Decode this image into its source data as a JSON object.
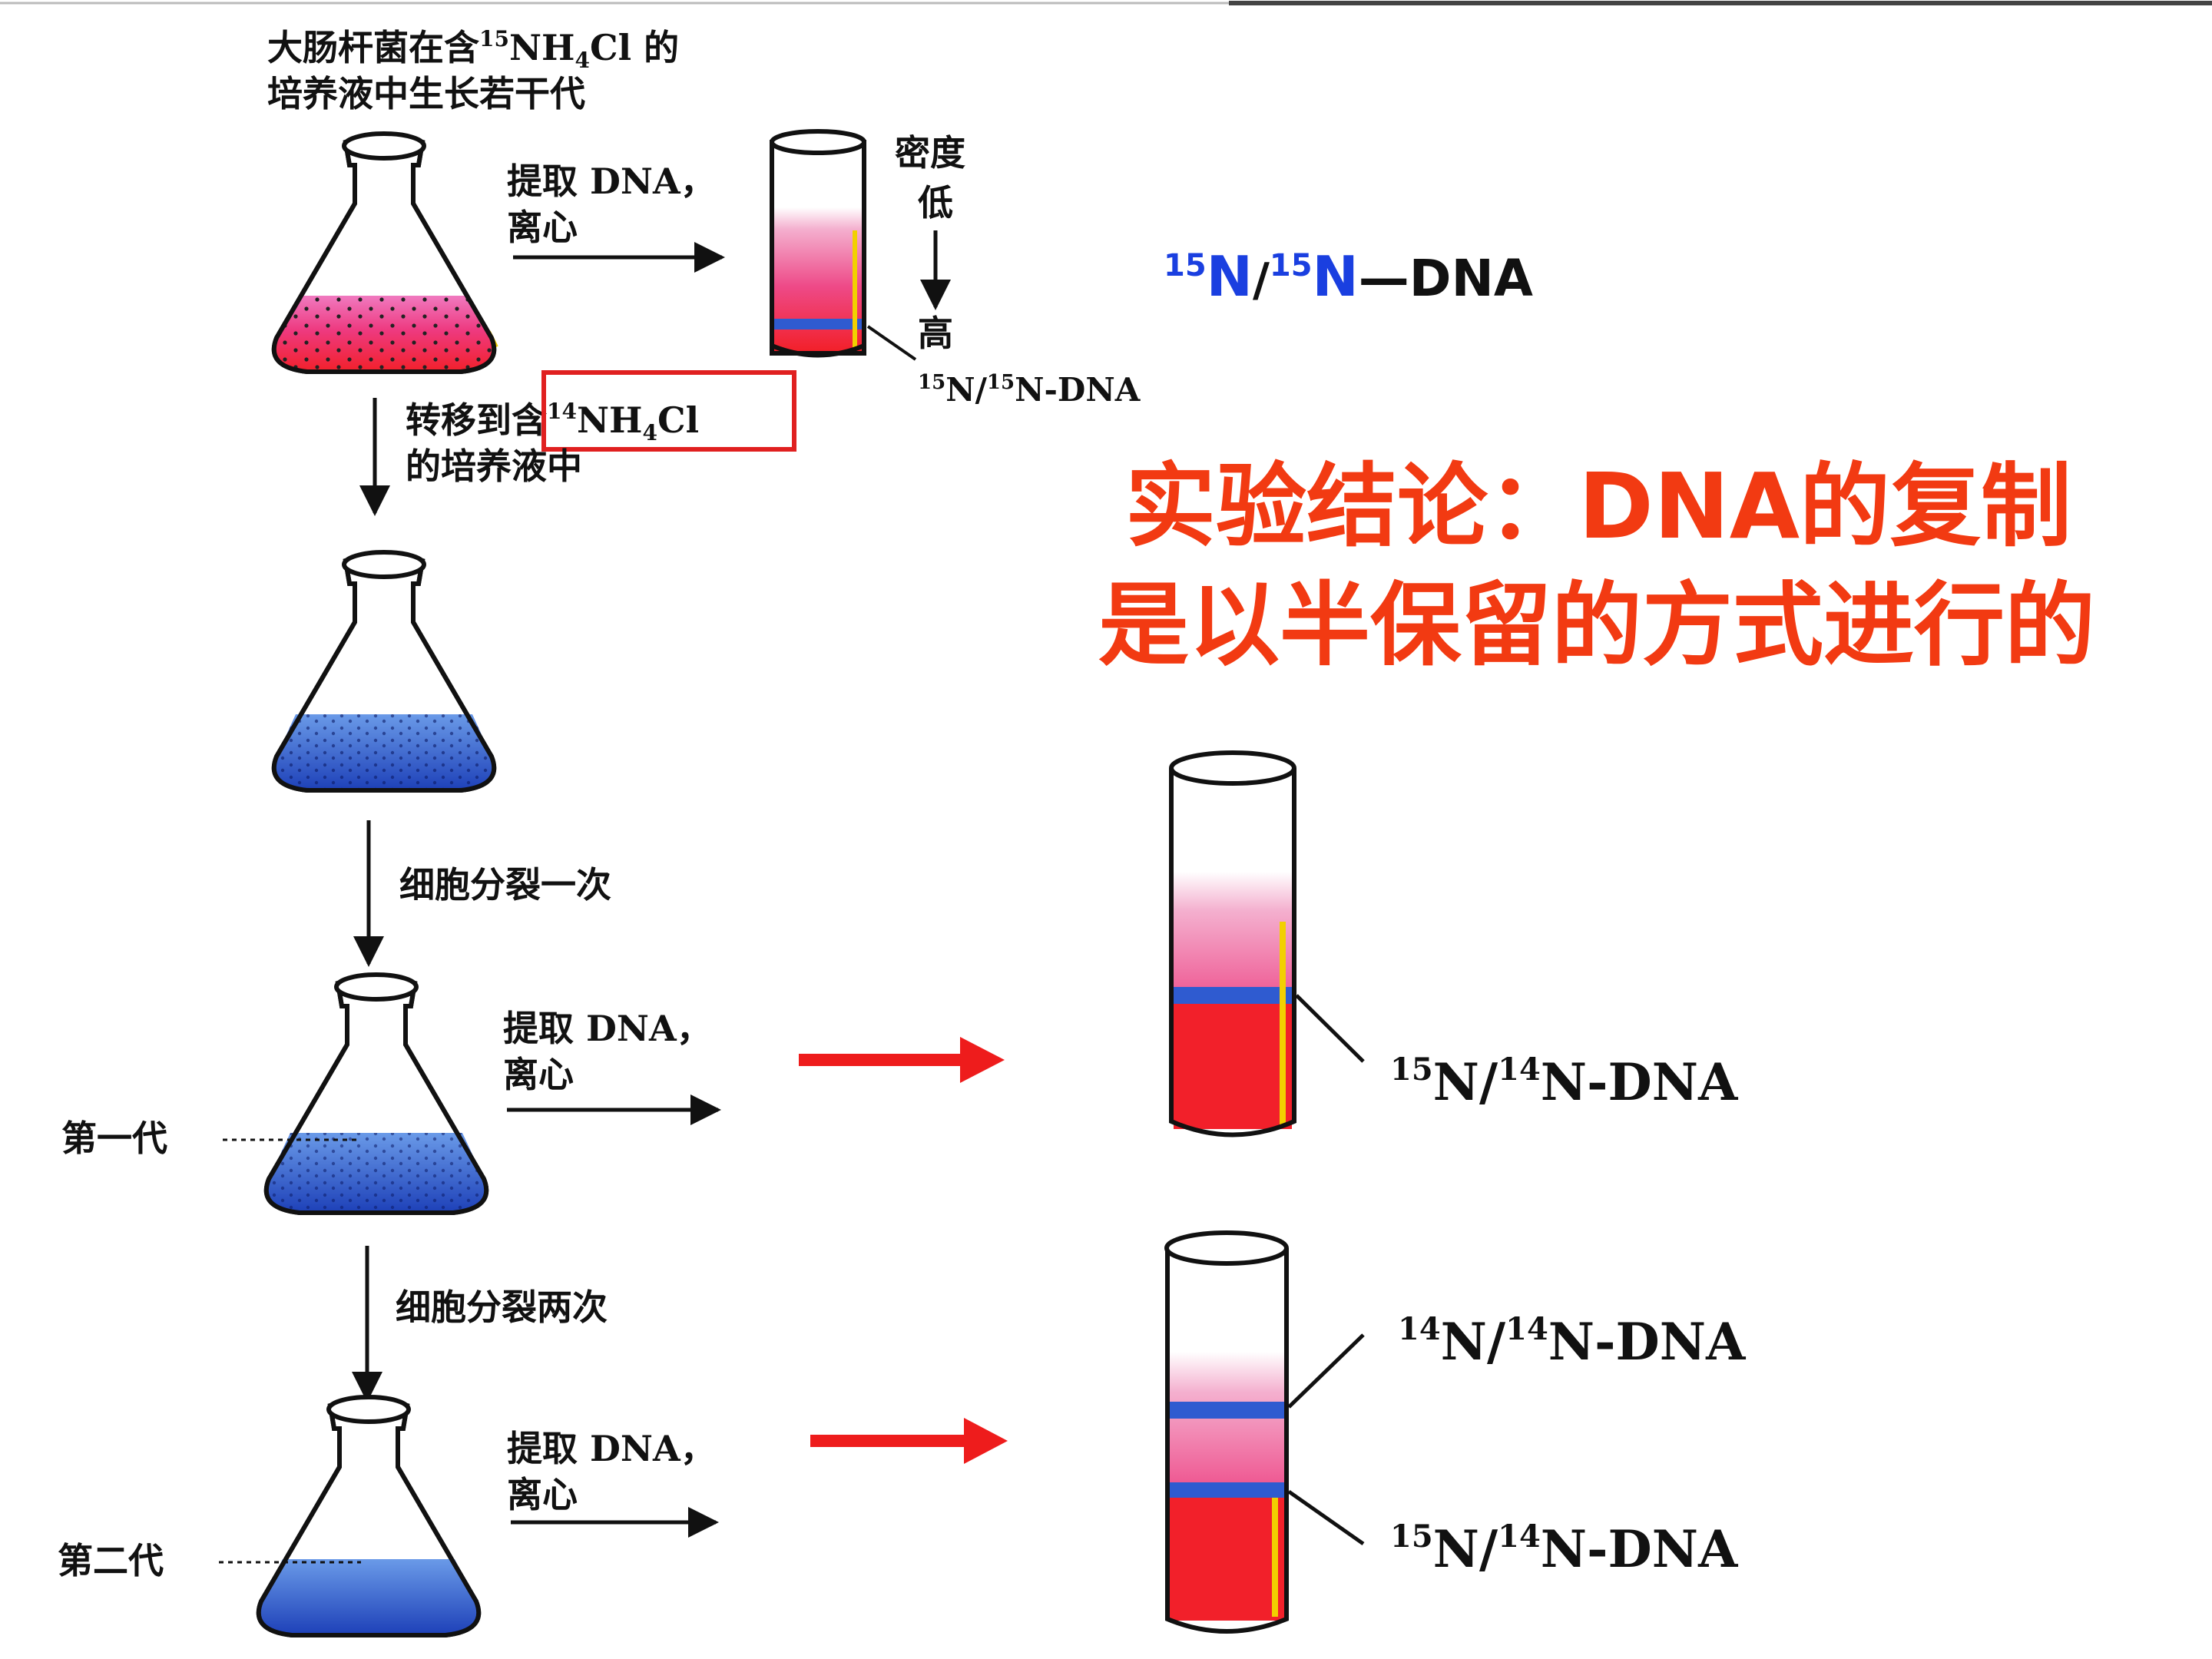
{
  "colors": {
    "red_liquid": "#f2202a",
    "pink_liquid": "#e868a8",
    "blue_liquid": "#2a55c8",
    "band_blue": "#2f5bd0",
    "conclusion": "#f23a12",
    "formula_blue": "#1a3fe0",
    "highlight_box": "#e02020",
    "arrow_red": "#ee1c1c"
  },
  "header": {
    "line1_pre": "大肠杆菌在含",
    "line1_sup": "15",
    "line1_post": "NH",
    "line1_sub": "4",
    "line1_end": "Cl 的",
    "line2": "培养液中生长若干代"
  },
  "step1": {
    "line1": "提取 DNA，",
    "line2": "离心"
  },
  "density": {
    "low_1": "密度",
    "low_2": "低",
    "high": "高"
  },
  "band_label_top": {
    "sup1": "15",
    "mid": "N/",
    "sup2": "15",
    "end": "N-DNA"
  },
  "formula": {
    "sup1": "15",
    "n1": "N",
    "slash": "/",
    "sup2": "15",
    "n2": "N",
    "end": "—DNA"
  },
  "transfer": {
    "line1_pre": "转移到含",
    "line1_sup": "14",
    "line1_post": "NH",
    "line1_sub": "4",
    "line1_end": "Cl",
    "line2": "的培养液中"
  },
  "conclusion": {
    "line1": "实验结论：DNA的复制",
    "line2": "是以半保留的方式进行的"
  },
  "division1": "细胞分裂一次",
  "division2": "细胞分裂两次",
  "gen1": "第一代",
  "gen2": "第二代",
  "step2": {
    "line1": "提取 DNA，",
    "line2": "离心"
  },
  "step3": {
    "line1": "提取 DNA，",
    "line2": "离心"
  },
  "band_label_gen1": {
    "sup1": "15",
    "mid": "N/",
    "sup2": "14",
    "end": "N-DNA"
  },
  "band_label_gen2_top": {
    "sup1": "14",
    "mid": "N/",
    "sup2": "14",
    "end": "N-DNA"
  },
  "band_label_gen2_bottom": {
    "sup1": "15",
    "mid": "N/",
    "sup2": "14",
    "end": "N-DNA"
  }
}
